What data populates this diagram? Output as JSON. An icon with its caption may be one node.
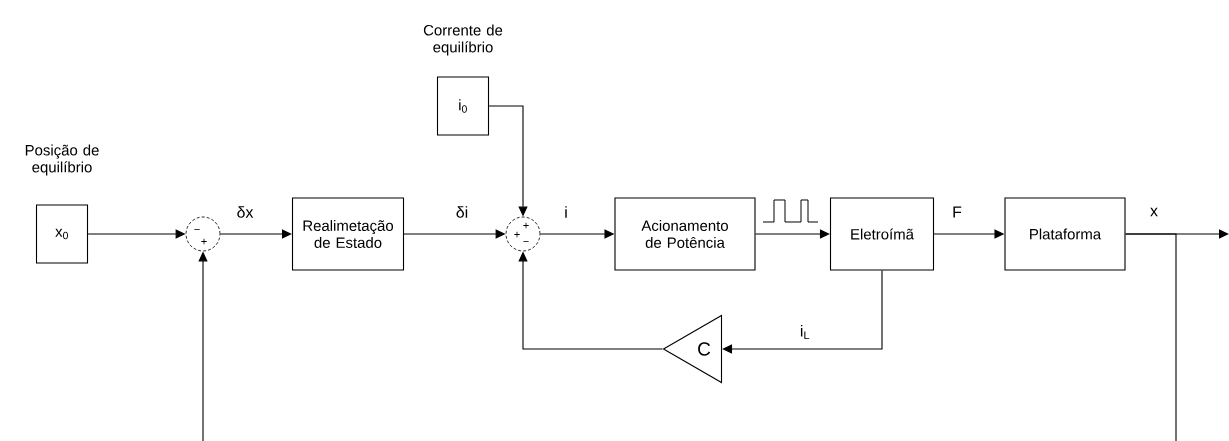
{
  "diagram": {
    "nodes": [
      {
        "text": [
          "Posição de equilíbrio",
          "x$_{0}$"
        ]
      },
      {
        "text": [
          "−",
          "+"
        ]
      },
      {
        "text": [
          "Realimetação de Estado"
        ]
      },
      {
        "text": [
          "Corrente de equilíbrio",
          "i$_{0}$"
        ]
      },
      {
        "text": [
          "+",
          "+",
          "−"
        ]
      },
      {
        "text": [
          "Acionamento de Potência"
        ]
      },
      {
        "text": [
          "Eletroímã"
        ]
      },
      {
        "text": [
          "Plataforma"
        ]
      },
      {
        "text": [
          "C"
        ]
      }
    ],
    "edges": [
      {
        "from": 0,
        "to": 1,
        "arrow": "to"
      },
      {
        "from": 1,
        "to": 2,
        "arrow": "to",
        "label": "δx"
      },
      {
        "from": 2,
        "to": 4,
        "arrow": "to",
        "label": "δi"
      },
      {
        "from": 3,
        "to": 4,
        "arrow": "to"
      },
      {
        "from": 4,
        "to": 5,
        "arrow": "to",
        "label": "i"
      },
      {
        "from": 5,
        "to": 6,
        "arrow": "to"
      },
      {
        "from": 6,
        "to": 7,
        "arrow": "to",
        "label": "F"
      },
      {
        "from": 7,
        "to": null,
        "arrow": "to",
        "label": "x"
      },
      {
        "from": 7,
        "to": null,
        "arrow": "none"
      },
      {
        "from": null,
        "to": 1,
        "arrow": "to"
      },
      {
        "from": 6,
        "to": 8,
        "arrow": "to",
        "label": "i$_{L}$"
      },
      {
        "from": 8,
        "to": 4,
        "arrow": "to"
      }
    ]
  }
}
